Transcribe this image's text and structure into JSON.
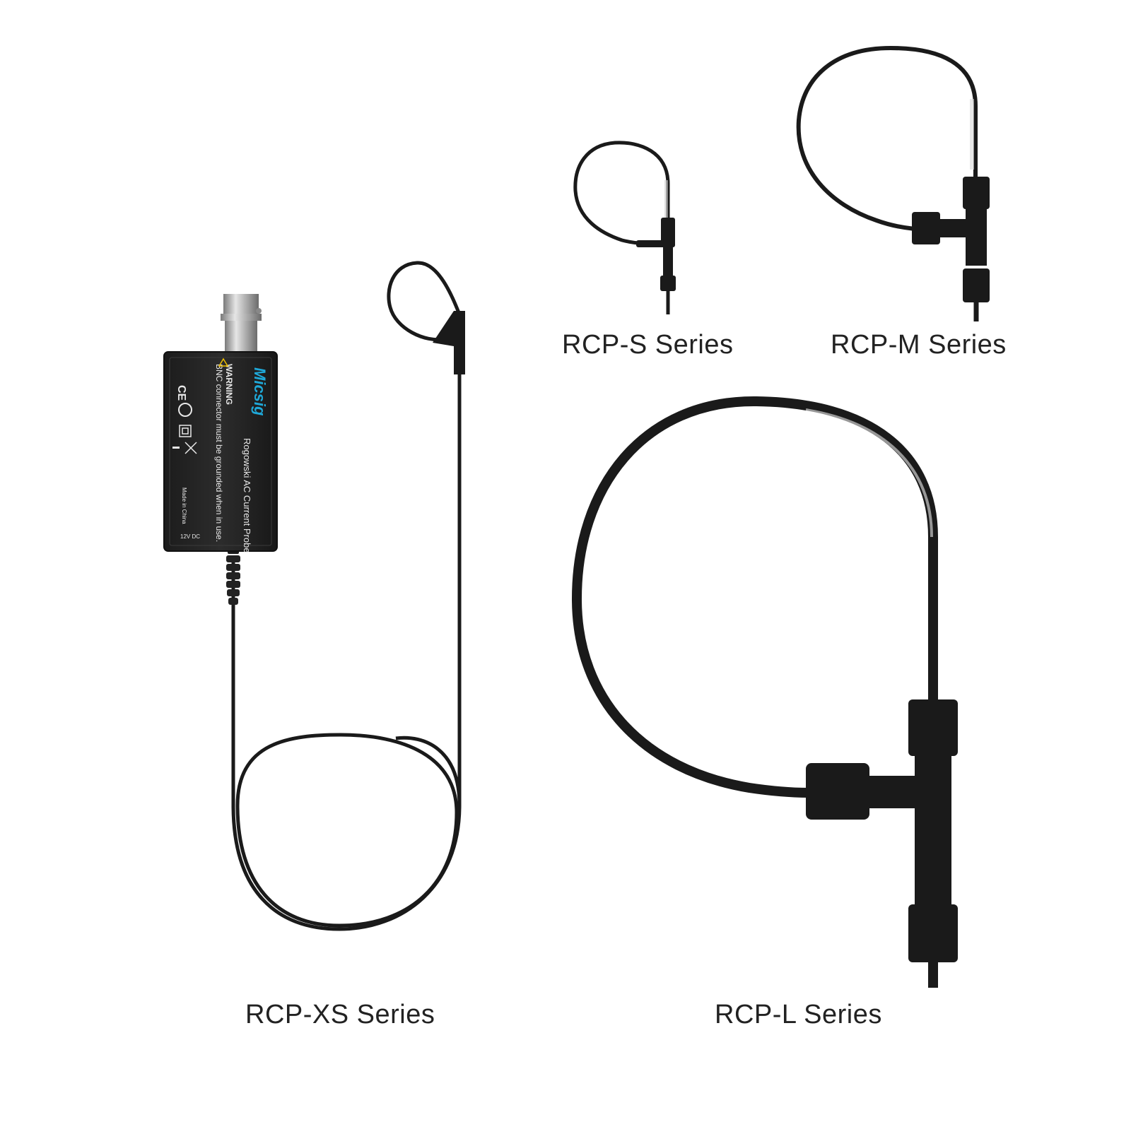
{
  "captions": {
    "rcp_s": "RCP-S Series",
    "rcp_m": "RCP-M Series",
    "rcp_xs": "RCP-XS Series",
    "rcp_l": "RCP-L Series"
  },
  "probe_box": {
    "brand": "Micsig",
    "title": "Rogowski AC Current Probe",
    "warning": "WARNING",
    "warning_text": "BNC connector must be grounded when in use.",
    "origin": "Made in China",
    "power": "12V DC",
    "ce_mark": "CE"
  },
  "colors": {
    "background": "#ffffff",
    "cable": "#1a1a1a",
    "brand": "#1fa8d8",
    "caption": "#222222"
  }
}
